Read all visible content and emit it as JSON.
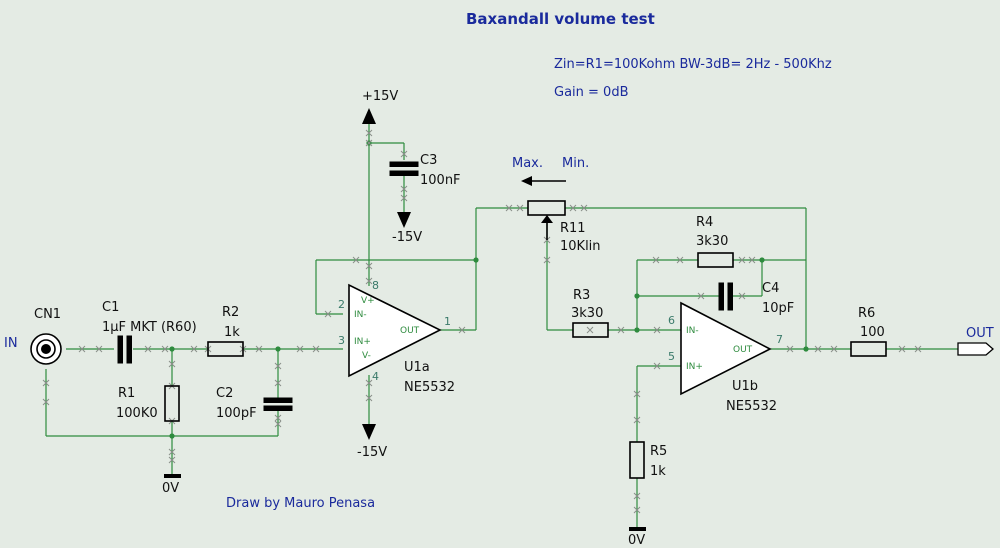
{
  "title": "Baxandall  volume test",
  "specs": [
    "Zin=R1=100Kohm  BW-3dB= 2Hz - 500Khz",
    "Gain = 0dB"
  ],
  "credit": "Draw by Mauro Penasa",
  "ports": {
    "in": "IN",
    "out": "OUT"
  },
  "supplies": {
    "pos": "+15V",
    "neg_c3": "-15V",
    "neg_u1a": "-15V",
    "gnd_r1": "0V",
    "gnd_r5": "0V"
  },
  "pot_direction": {
    "max": "Max.",
    "min": "Min."
  },
  "components": {
    "cn1": {
      "ref": "CN1"
    },
    "c1": {
      "ref": "C1",
      "value": "1µF MKT (R60)"
    },
    "r2": {
      "ref": "R2",
      "value": "1k"
    },
    "r1": {
      "ref": "R1",
      "value": "100K0"
    },
    "c2": {
      "ref": "C2",
      "value": "100pF"
    },
    "c3": {
      "ref": "C3",
      "value": "100nF"
    },
    "u1a": {
      "ref": "U1a",
      "value": "NE5532"
    },
    "r11": {
      "ref": "R11",
      "value": "10Klin"
    },
    "r3": {
      "ref": "R3",
      "value": "3k30"
    },
    "r4": {
      "ref": "R4",
      "value": "3k30"
    },
    "c4": {
      "ref": "C4",
      "value": "10pF"
    },
    "u1b": {
      "ref": "U1b",
      "value": "NE5532"
    },
    "r5": {
      "ref": "R5",
      "value": "1k"
    },
    "r6": {
      "ref": "R6",
      "value": "100"
    }
  },
  "pins": {
    "u1a": {
      "n2": "2",
      "n3": "3",
      "n8": "8",
      "n4": "4",
      "n1": "1",
      "v_plus": "V+",
      "in_minus": "IN-",
      "in_plus": "IN+",
      "v_minus": "V-",
      "out": "OUT"
    },
    "u1b": {
      "n6": "6",
      "n5": "5",
      "n7": "7",
      "in_minus": "IN-",
      "in_plus": "IN+",
      "out": "OUT"
    }
  }
}
